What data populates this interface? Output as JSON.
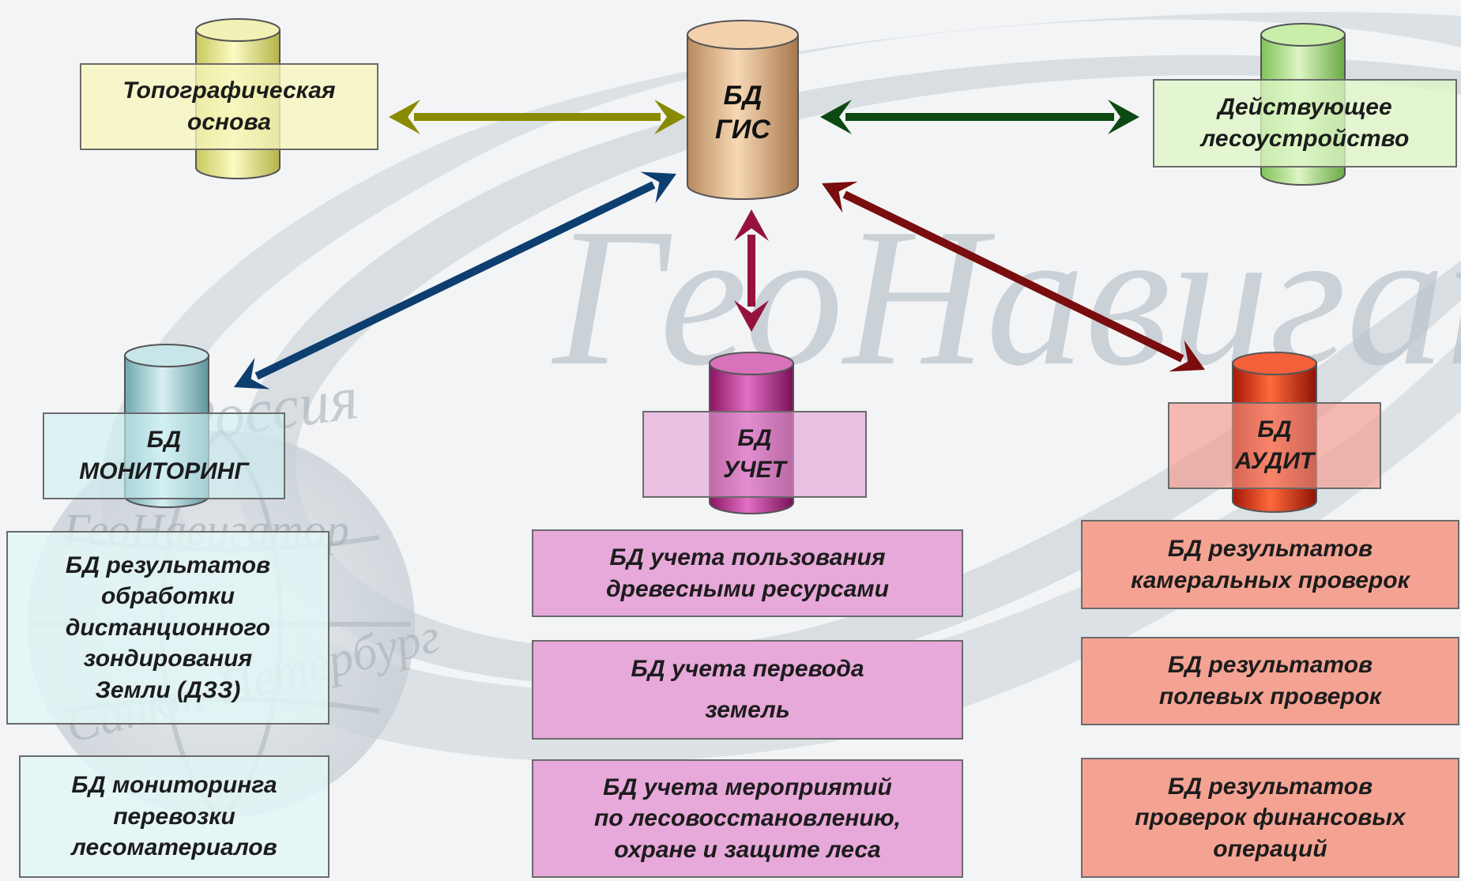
{
  "background": {
    "watermark_main": "ГеоНавигатор",
    "watermark_small": "ГеоНавигатор",
    "watermark_top": "Россия",
    "watermark_bottom": "Санкт-Петербург"
  },
  "colors": {
    "arrow_topo": "#8a8a00",
    "arrow_lesoustr": "#0c4a12",
    "arrow_monitoring": "#0d3e70",
    "arrow_uchet": "#95123e",
    "arrow_audit": "#7a0d0d"
  },
  "nodes": {
    "gis": {
      "label": "БД\nГИС"
    },
    "topo": {
      "label": "Топографическая\nоснова"
    },
    "lesoustr": {
      "label": "Действующее\nлесоустройство"
    },
    "monitoring": {
      "label": "БД\nМОНИТОРИНГ"
    },
    "uchet": {
      "label": "БД\nУЧЕТ"
    },
    "audit": {
      "label": "БД\nАУДИТ"
    }
  },
  "monitoring_list": [
    "БД результатов\nобработки\nдистанционного\nзондирования\nЗемли (ДЗЗ)",
    "БД мониторинга\nперевозки\nлесоматериалов"
  ],
  "uchet_list": [
    "БД учета пользования\nдревесными ресурсами",
    "БД учета перевода\nземель",
    "БД учета мероприятий\nпо  лесовосстановлению,\nохране и защите леса"
  ],
  "audit_list": [
    "БД результатов\nкамеральных проверок",
    "БД результатов\nполевых проверок",
    "БД результатов\nпроверок финансовых\nопераций"
  ]
}
